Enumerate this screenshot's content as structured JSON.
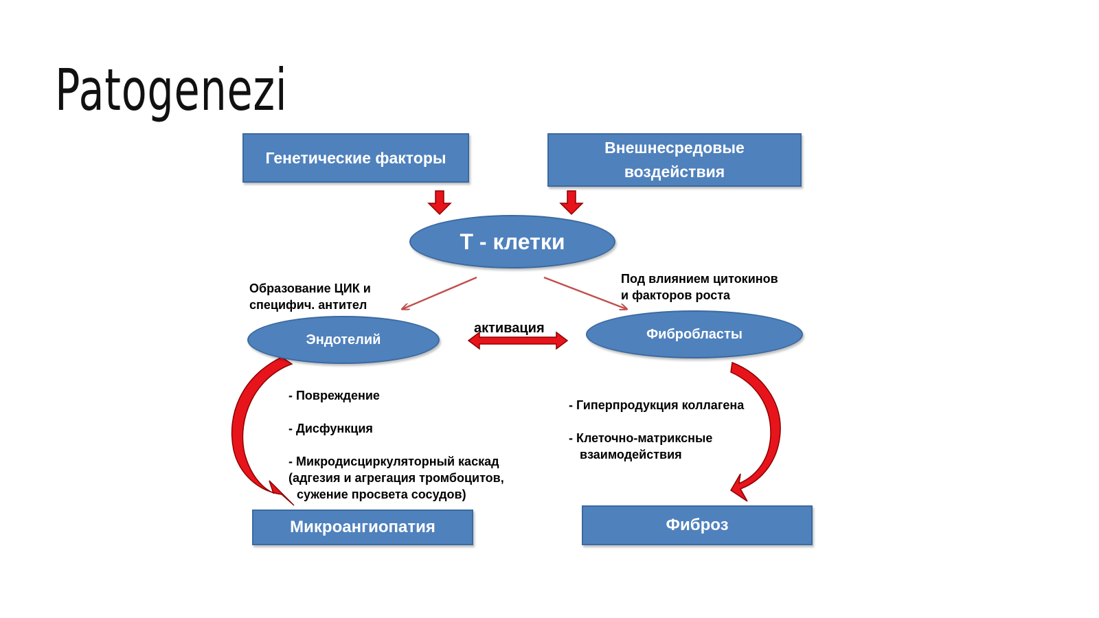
{
  "slide": {
    "title": "Patogenezi"
  },
  "diagram": {
    "genetic_factors": "Генетические факторы",
    "environmental_line1": "Внешнесредовые",
    "environmental_line2": "воздействия",
    "t_cells": "Т - клетки",
    "left_branch_line1": "Образование ЦИК и",
    "left_branch_line2": "специфич. антител",
    "right_branch_line1": "Под влиянием цитокинов",
    "right_branch_line2": "и факторов роста",
    "endothelium": "Эндотелий",
    "activation": "активация",
    "fibroblasts": "Фибробласты",
    "endo_effects": [
      "- Повреждение",
      "- Дисфункция",
      "- Микродисциркуляторный каскад",
      "(адгезия и агрегация тромбоцитов,",
      "сужение просвета сосудов)"
    ],
    "fibro_effects": [
      "- Гиперпродукция коллагена",
      "- Клеточно-матриксные",
      "взаимодействия"
    ],
    "microangiopathy": "Микроангиопатия",
    "fibrosis": "Фиброз"
  },
  "colors": {
    "box_fill": "#4f81bd",
    "arrow_red": "#e8141b",
    "thin_arrow": "#c0504d"
  }
}
